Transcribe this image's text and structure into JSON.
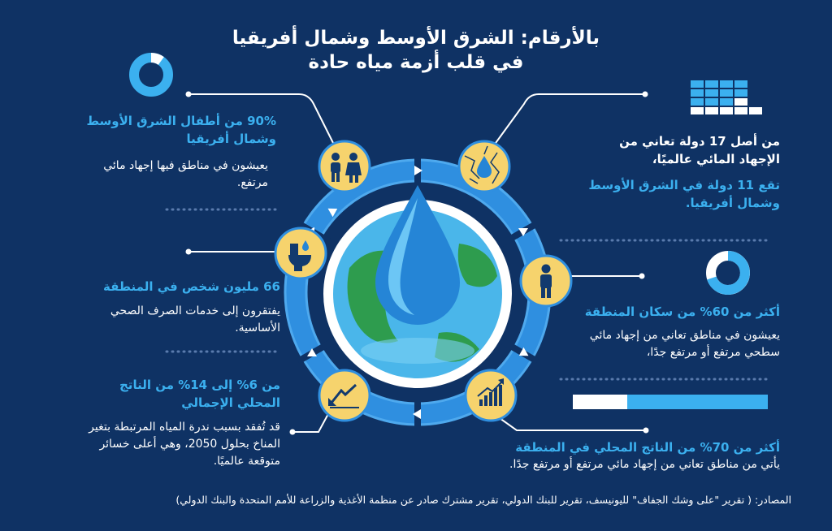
{
  "title": {
    "line1": "بالأرقام: الشرق الأوسط وشمال أفريقيا",
    "line2": "في قلب أزمة مياه حادة"
  },
  "stats": {
    "children": {
      "headline": "90% من أطفال الشرق الأوسط وشمال أفريقيا",
      "body": "يعيشون في مناطق فيها إجهاد مائي مرتفع.",
      "percent": 90
    },
    "countries": {
      "headline": "من أصل 17 دولة تعاني من الإجهاد المائي عالميًا،",
      "sub": "تقع 11 دولة في الشرق الأوسط وشمال أفريقيا.",
      "total": 17,
      "in_region": 11
    },
    "sanitation": {
      "headline": "66 مليون شخص في المنطقة",
      "body": "يفتقرون إلى خدمات الصرف الصحي الأساسية."
    },
    "population": {
      "headline": "أكثر من 60% من سكان المنطقة",
      "body": "يعيشون في مناطق تعاني من إجهاد مائي سطحي مرتفع أو مرتفع جدًا،",
      "percent": 60
    },
    "gdp_loss": {
      "headline": "من 6% إلى 14% من الناتج المحلي الإجمالي",
      "body": "قد تُفقد بسبب ندرة المياه المرتبطة بتغير المناخ بحلول 2050، وهي أعلى خسائر متوقعة عالميًا."
    },
    "gdp_exposed": {
      "headline": "أكثر من 70% من الناتج المحلي في المنطقة",
      "body": "يأتي من مناطق تعاني من إجهاد مائي مرتفع أو مرتفع جدًا.",
      "percent": 70
    }
  },
  "source": "المصادر: ( تقرير \"على وشك الجفاف\" لليونيسف، تقرير للبنك الدولي، تقرير مشترك صادر عن منظمة الأغذية والزراعة للأمم المتحدة والبنك الدولي)",
  "colors": {
    "background": "#0f3264",
    "accent_blue": "#3bb0ef",
    "ring_blue": "#2f8fe0",
    "icon_yellow": "#f6d36d",
    "icon_dark": "#123a6e"
  },
  "icons": [
    "children-icon",
    "drought-icon",
    "toilet-icon",
    "person-icon",
    "declining-chart-icon",
    "rising-chart-icon",
    "water-drop-icon",
    "globe-icon"
  ]
}
